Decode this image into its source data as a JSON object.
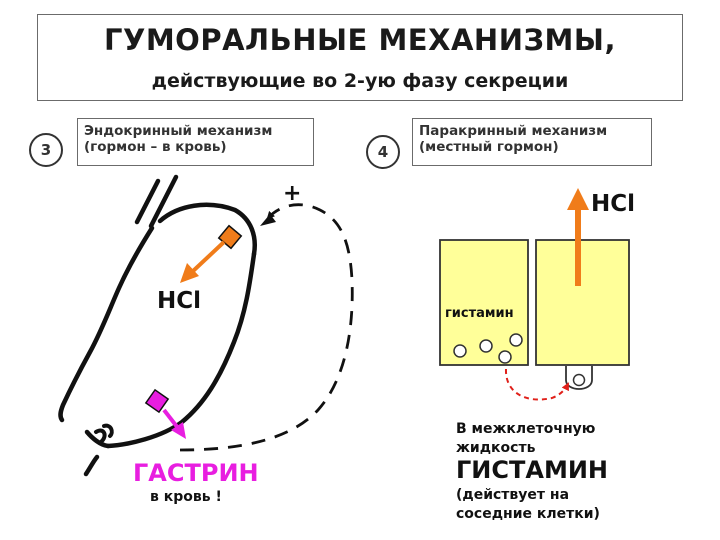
{
  "title": {
    "main": "ГУМОРАЛЬНЫЕ МЕХАНИЗМЫ,",
    "sub": "действующие во 2-ую фазу секреции"
  },
  "left_panel": {
    "number": "3",
    "mechanism_line1": "Эндокринный механизм",
    "mechanism_line2": "(гормон – в кровь)",
    "plus_sign": "+",
    "hcl_label": "HCl",
    "gastrin_label": "ГАСТРИН",
    "gastrin_note": "в кровь !"
  },
  "right_panel": {
    "number": "4",
    "mechanism_line1": "Паракринный механизм",
    "mechanism_line2": "(местный гормон)",
    "hcl_label": "HCl",
    "cell_label": "гистамин",
    "interstitial_line1": "В межклеточную",
    "interstitial_line2": "жидкость",
    "histamine_label": "ГИСТАМИН",
    "effect_line1": "(действует на",
    "effect_line2": "соседние клетки)"
  },
  "colors": {
    "orange": "#f07c1a",
    "magenta": "#e81ee0",
    "cell_fill": "#ffff99",
    "dashed_arrow": "#111111"
  }
}
